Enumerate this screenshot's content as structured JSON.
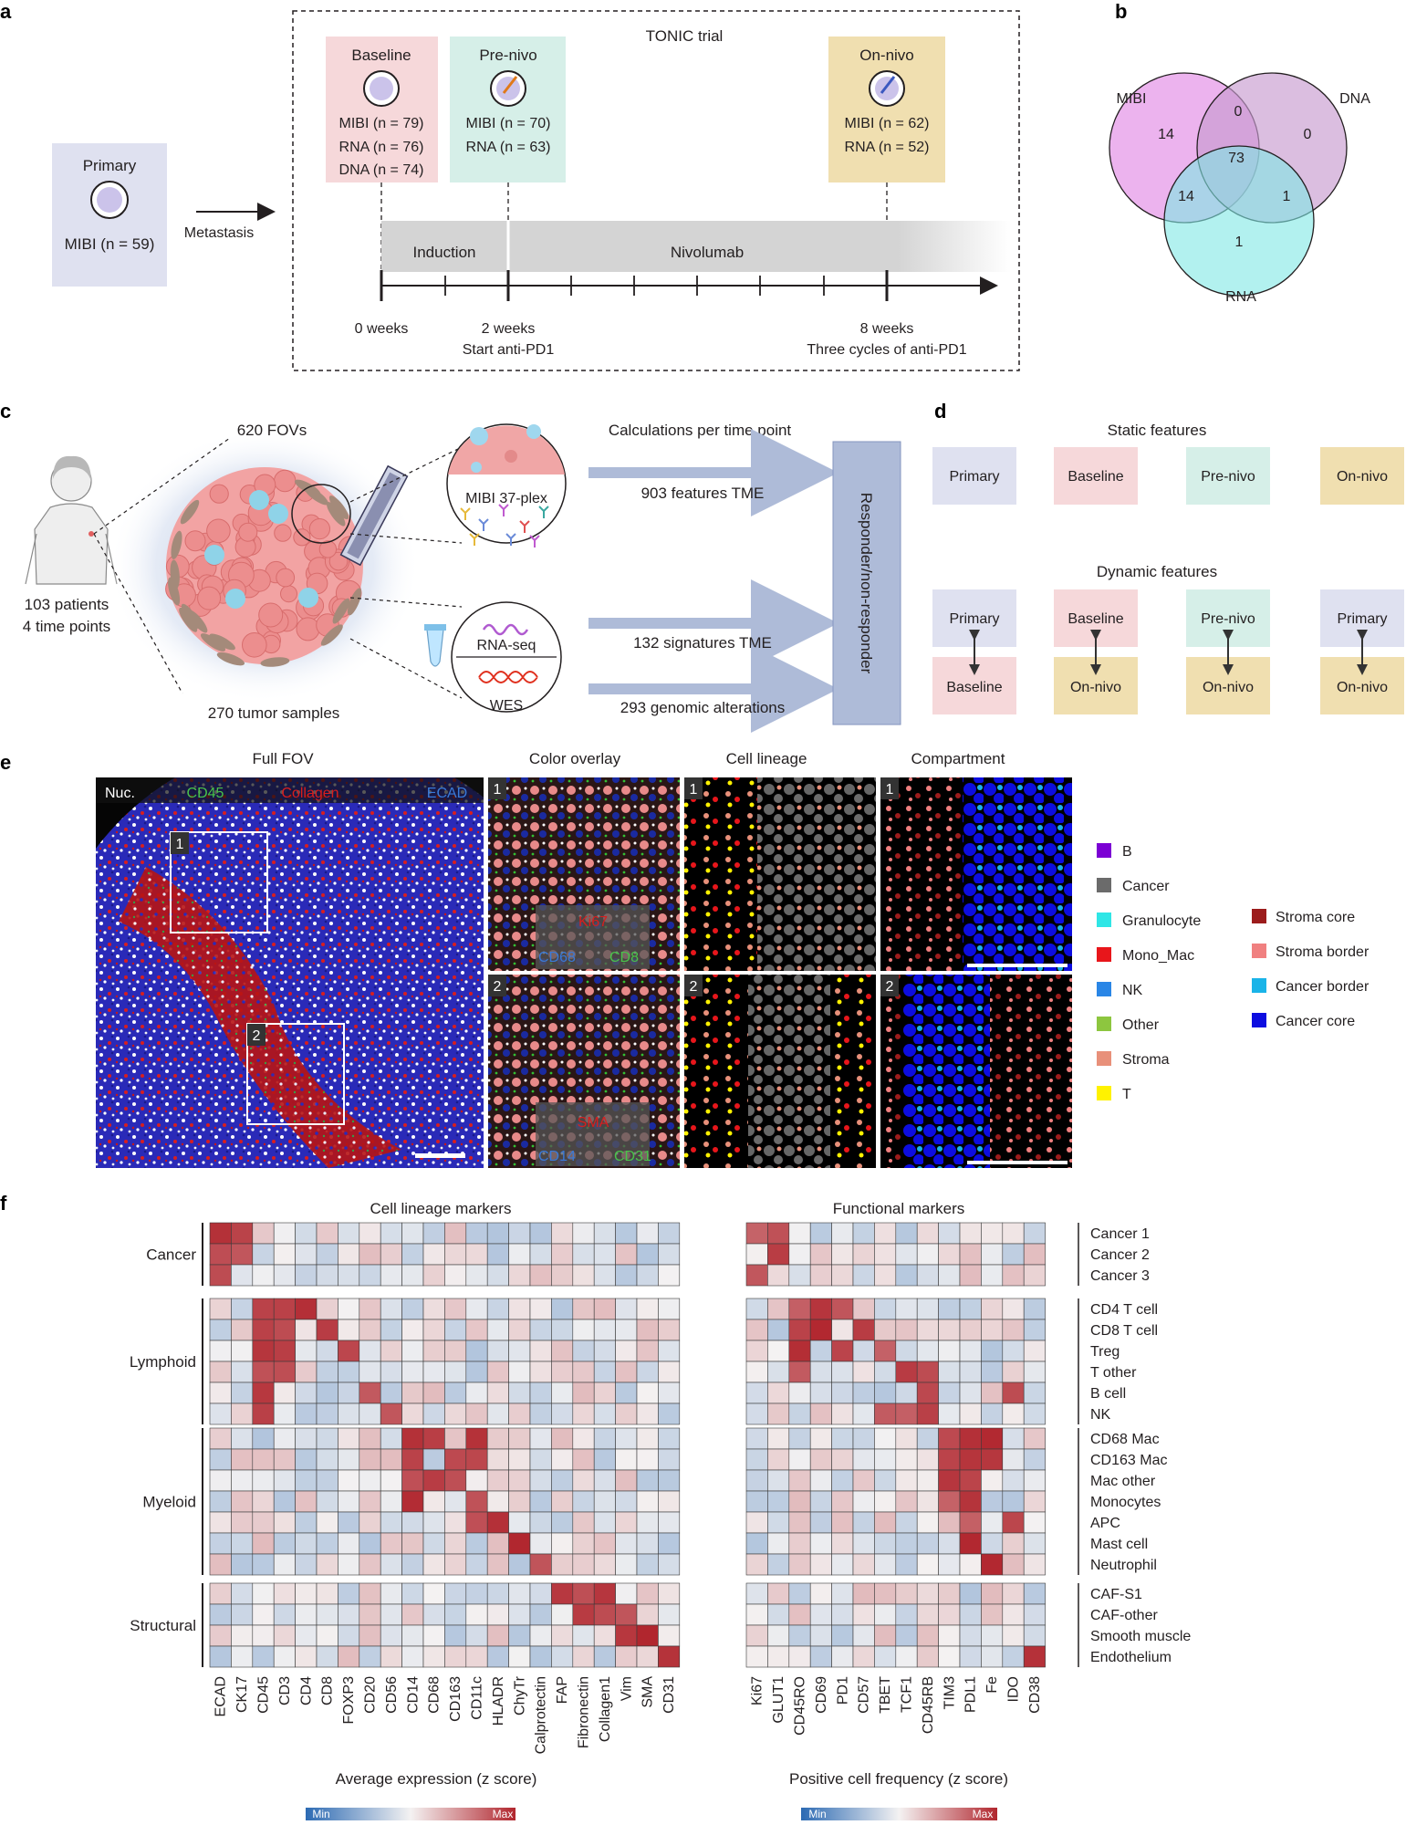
{
  "panels": {
    "a": "a",
    "b": "b",
    "c": "c",
    "d": "d",
    "e": "e",
    "f": "f"
  },
  "colors": {
    "primary": "#dfe1f0",
    "baseline": "#f6d8da",
    "prenivo": "#d6efe8",
    "onnivo": "#f0dfb0",
    "venn_mibi": "#e59ae8",
    "venn_dna": "#c79bcf",
    "venn_rna": "#7fe8e4",
    "heat_min": "#2c6ab3",
    "heat_mid": "#f4f2f2",
    "heat_max": "#b1262e"
  },
  "a": {
    "primary_title": "Primary",
    "primary_counts": "MIBI (n = 59)",
    "metastasis": "Metastasis",
    "trial": "TONIC trial",
    "baseline_title": "Baseline",
    "baseline_counts": [
      "MIBI (n = 79)",
      "RNA (n = 76)",
      "DNA (n = 74)"
    ],
    "prenivo_title": "Pre-nivo",
    "prenivo_counts": [
      "MIBI (n = 70)",
      "RNA (n = 63)"
    ],
    "onnivo_title": "On-nivo",
    "onnivo_counts": [
      "MIBI (n = 62)",
      "RNA (n = 52)"
    ],
    "induction": "Induction",
    "nivolumab": "Nivolumab",
    "t0": "0 weeks",
    "t2": "2 weeks",
    "t2_sub": "Start anti-PD1",
    "t8": "8 weeks",
    "t8_sub": "Three cycles of anti-PD1"
  },
  "b": {
    "mibi": "MIBI",
    "dna": "DNA",
    "rna": "RNA",
    "mibi_only": "14",
    "mibi_dna": "0",
    "dna_only": "0",
    "all_three": "73",
    "mibi_rna": "14",
    "dna_rna": "1",
    "rna_only": "1"
  },
  "c": {
    "fovs": "620 FOVs",
    "patients": "103 patients",
    "timepoints": "4 time points",
    "samples": "270 tumor samples",
    "mibi_plex": "MIBI 37-plex",
    "rnaseq": "RNA-seq",
    "wes": "WES",
    "calc": "Calculations per time point",
    "f1": "903 features TME",
    "f2": "132 signatures TME",
    "f3": "293 genomic alterations",
    "outcome": "Responder/non-responder"
  },
  "d": {
    "static": "Static features",
    "dynamic": "Dynamic features",
    "primary": "Primary",
    "baseline": "Baseline",
    "prenivo": "Pre-nivo",
    "onnivo": "On-nivo"
  },
  "e": {
    "full_fov": "Full FOV",
    "color_overlay": "Color overlay",
    "cell_lineage": "Cell lineage",
    "compartment": "Compartment",
    "nuc": "Nuc.",
    "cd45": "CD45",
    "collagen": "Collagen",
    "ecad": "ECAD",
    "ki67": "Ki67",
    "cd68": "CD68",
    "cd8": "CD8",
    "sma": "SMA",
    "cd14": "CD14",
    "cd31": "CD31",
    "roi1": "1",
    "roi2": "2",
    "lineage_legend": [
      {
        "label": "B",
        "color": "#7b00d4"
      },
      {
        "label": "Cancer",
        "color": "#6b6b6b"
      },
      {
        "label": "Granulocyte",
        "color": "#2fe6e6"
      },
      {
        "label": "Mono_Mac",
        "color": "#e8161b"
      },
      {
        "label": "NK",
        "color": "#2a86e6"
      },
      {
        "label": "Other",
        "color": "#8dc63f"
      },
      {
        "label": "Stroma",
        "color": "#e8907a"
      },
      {
        "label": "T",
        "color": "#fff200"
      }
    ],
    "compartment_legend": [
      {
        "label": "Stroma core",
        "color": "#9c1c1c"
      },
      {
        "label": "Stroma border",
        "color": "#f08080"
      },
      {
        "label": "Cancer border",
        "color": "#1ab4e8"
      },
      {
        "label": "Cancer core",
        "color": "#0d0de0"
      }
    ]
  },
  "f": {
    "left_title": "Cell lineage markers",
    "right_title": "Functional markers",
    "left_cols": [
      "ECAD",
      "CK17",
      "CD45",
      "CD3",
      "CD4",
      "CD8",
      "FOXP3",
      "CD20",
      "CD56",
      "CD14",
      "CD68",
      "CD163",
      "CD11c",
      "HLADR",
      "ChyTr",
      "Calprotectin",
      "FAP",
      "Fibronectin",
      "Collagen1",
      "Vim",
      "SMA",
      "CD31"
    ],
    "right_cols": [
      "Ki67",
      "GLUT1",
      "CD45RO",
      "CD69",
      "PD1",
      "CD57",
      "TBET",
      "TCF1",
      "CD45RB",
      "TIM3",
      "PDL1",
      "Fe",
      "IDO",
      "CD38"
    ],
    "groups": [
      "Cancer",
      "Lymphoid",
      "Myeloid",
      "Structural"
    ],
    "rows": [
      [
        "Cancer 1",
        "Cancer 2",
        "Cancer 3"
      ],
      [
        "CD4 T cell",
        "CD8 T cell",
        "Treg",
        "T other",
        "B cell",
        "NK"
      ],
      [
        "CD68 Mac",
        "CD163 Mac",
        "Mac other",
        "Monocytes",
        "APC",
        "Mast cell",
        "Neutrophil"
      ],
      [
        "CAF-S1",
        "CAF-other",
        "Smooth muscle",
        "Endothelium"
      ]
    ],
    "left_scale_title": "Average expression (z score)",
    "right_scale_title": "Positive cell frequency (z score)",
    "min": "Min",
    "max": "Max"
  }
}
